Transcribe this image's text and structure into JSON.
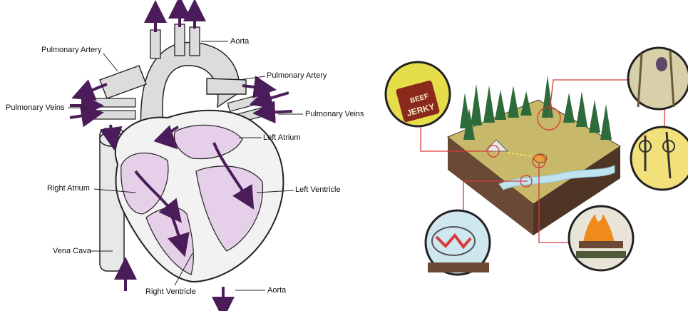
{
  "heart_diagram": {
    "labels": {
      "pulmonary_artery_left": "Pulmonary Artery",
      "aorta_top": "Aorta",
      "pulmonary_artery_right": "Pulmonary Artery",
      "pulmonary_veins_left": "Pulmonary Veins",
      "pulmonary_veins_right": "Pulmonary Veins",
      "left_atrium": "Left Atrium",
      "right_atrium": "Right Atrium",
      "left_ventricle": "Left Ventricle",
      "vena_cava": "Vena Cava",
      "right_ventricle": "Right Ventricle",
      "aorta_bottom": "Aorta"
    },
    "colors": {
      "arrow": "#4a1d5a",
      "chamber": "#e6cfe8",
      "vessel": "#dcdcdc",
      "outline": "#222222"
    }
  },
  "camp_scene": {
    "jerky_label_line1": "BEEF",
    "jerky_label_line2": "JERKY",
    "colors": {
      "callout_line": "#d63a3a",
      "ground": "#5a3f2e",
      "grass": "#c2b35b",
      "water": "#bfe3ef",
      "tree": "#2e6b3a"
    }
  }
}
